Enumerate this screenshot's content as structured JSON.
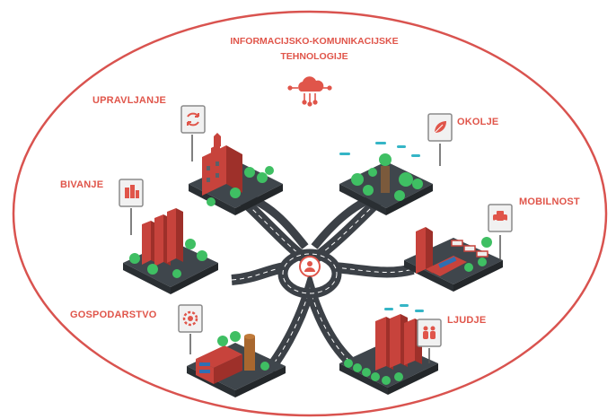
{
  "title": {
    "line1": "INFORMACIJSKO-KOMUNIKACIJSKE",
    "line2": "TEHNOLOGIJE",
    "icon": "cloud-network-icon"
  },
  "domains": {
    "upravljanje": {
      "label": "UPRAVLJANJE",
      "icon": "recycle-cycle-icon"
    },
    "okolje": {
      "label": "OKOLJE",
      "icon": "leaf-icon"
    },
    "bivanje": {
      "label": "BIVANJE",
      "icon": "buildings-icon"
    },
    "mobilnost": {
      "label": "MOBILNOST",
      "icon": "vehicle-icon"
    },
    "gospodarstvo": {
      "label": "GOSPODARSTVO",
      "icon": "gear-money-icon"
    },
    "ljudje": {
      "label": "LJUDJE",
      "icon": "people-icon"
    }
  },
  "center": {
    "icon": "person-hub-icon"
  },
  "colors": {
    "accent": "#e0554a",
    "ellipse": "#d9534f",
    "road": "#3c4147",
    "road_line": "#ffffff",
    "tile_top": "#3f464c",
    "tile_side": "#2a2f33",
    "building": "#c7433c",
    "tree": "#3fbf63",
    "wifi": "#35b5c6"
  }
}
